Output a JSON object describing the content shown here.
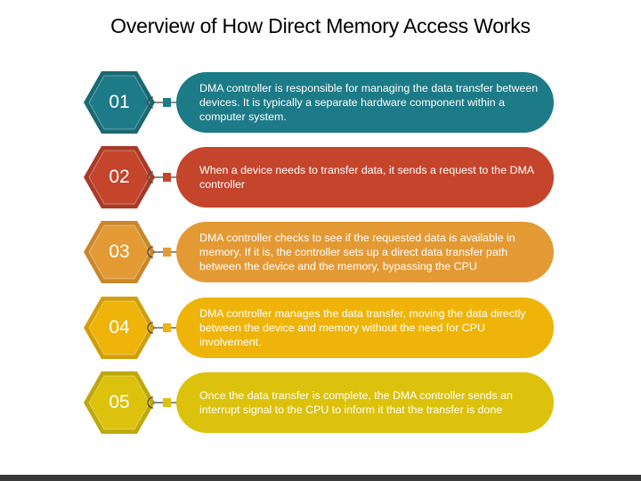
{
  "title": "Overview of How Direct Memory Access Works",
  "steps": [
    {
      "number": "01",
      "text": "DMA controller is responsible for managing the data transfer between devices. It is typically a separate hardware component within a computer system.",
      "color": "#1d7b87",
      "outline": "#196873"
    },
    {
      "number": "02",
      "text": "When a device needs to transfer data, it sends a request to the DMA controller",
      "color": "#c4452c",
      "outline": "#a83a25"
    },
    {
      "number": "03",
      "text": "DMA controller checks to see if the requested data is available in memory. If it is, the controller sets up a direct data transfer path between the device and the memory, bypassing the CPU",
      "color": "#e39a35",
      "outline": "#c9862b"
    },
    {
      "number": "04",
      "text": "DMA controller manages the data transfer, moving the data directly between the device and memory without the need for CPU involvement.",
      "color": "#eeb409",
      "outline": "#d29e08"
    },
    {
      "number": "05",
      "text": "Once the data transfer is complete, the DMA controller sends an interrupt signal to the CPU to inform it that the transfer is done",
      "color": "#dcc20c",
      "outline": "#bfa80a"
    }
  ]
}
